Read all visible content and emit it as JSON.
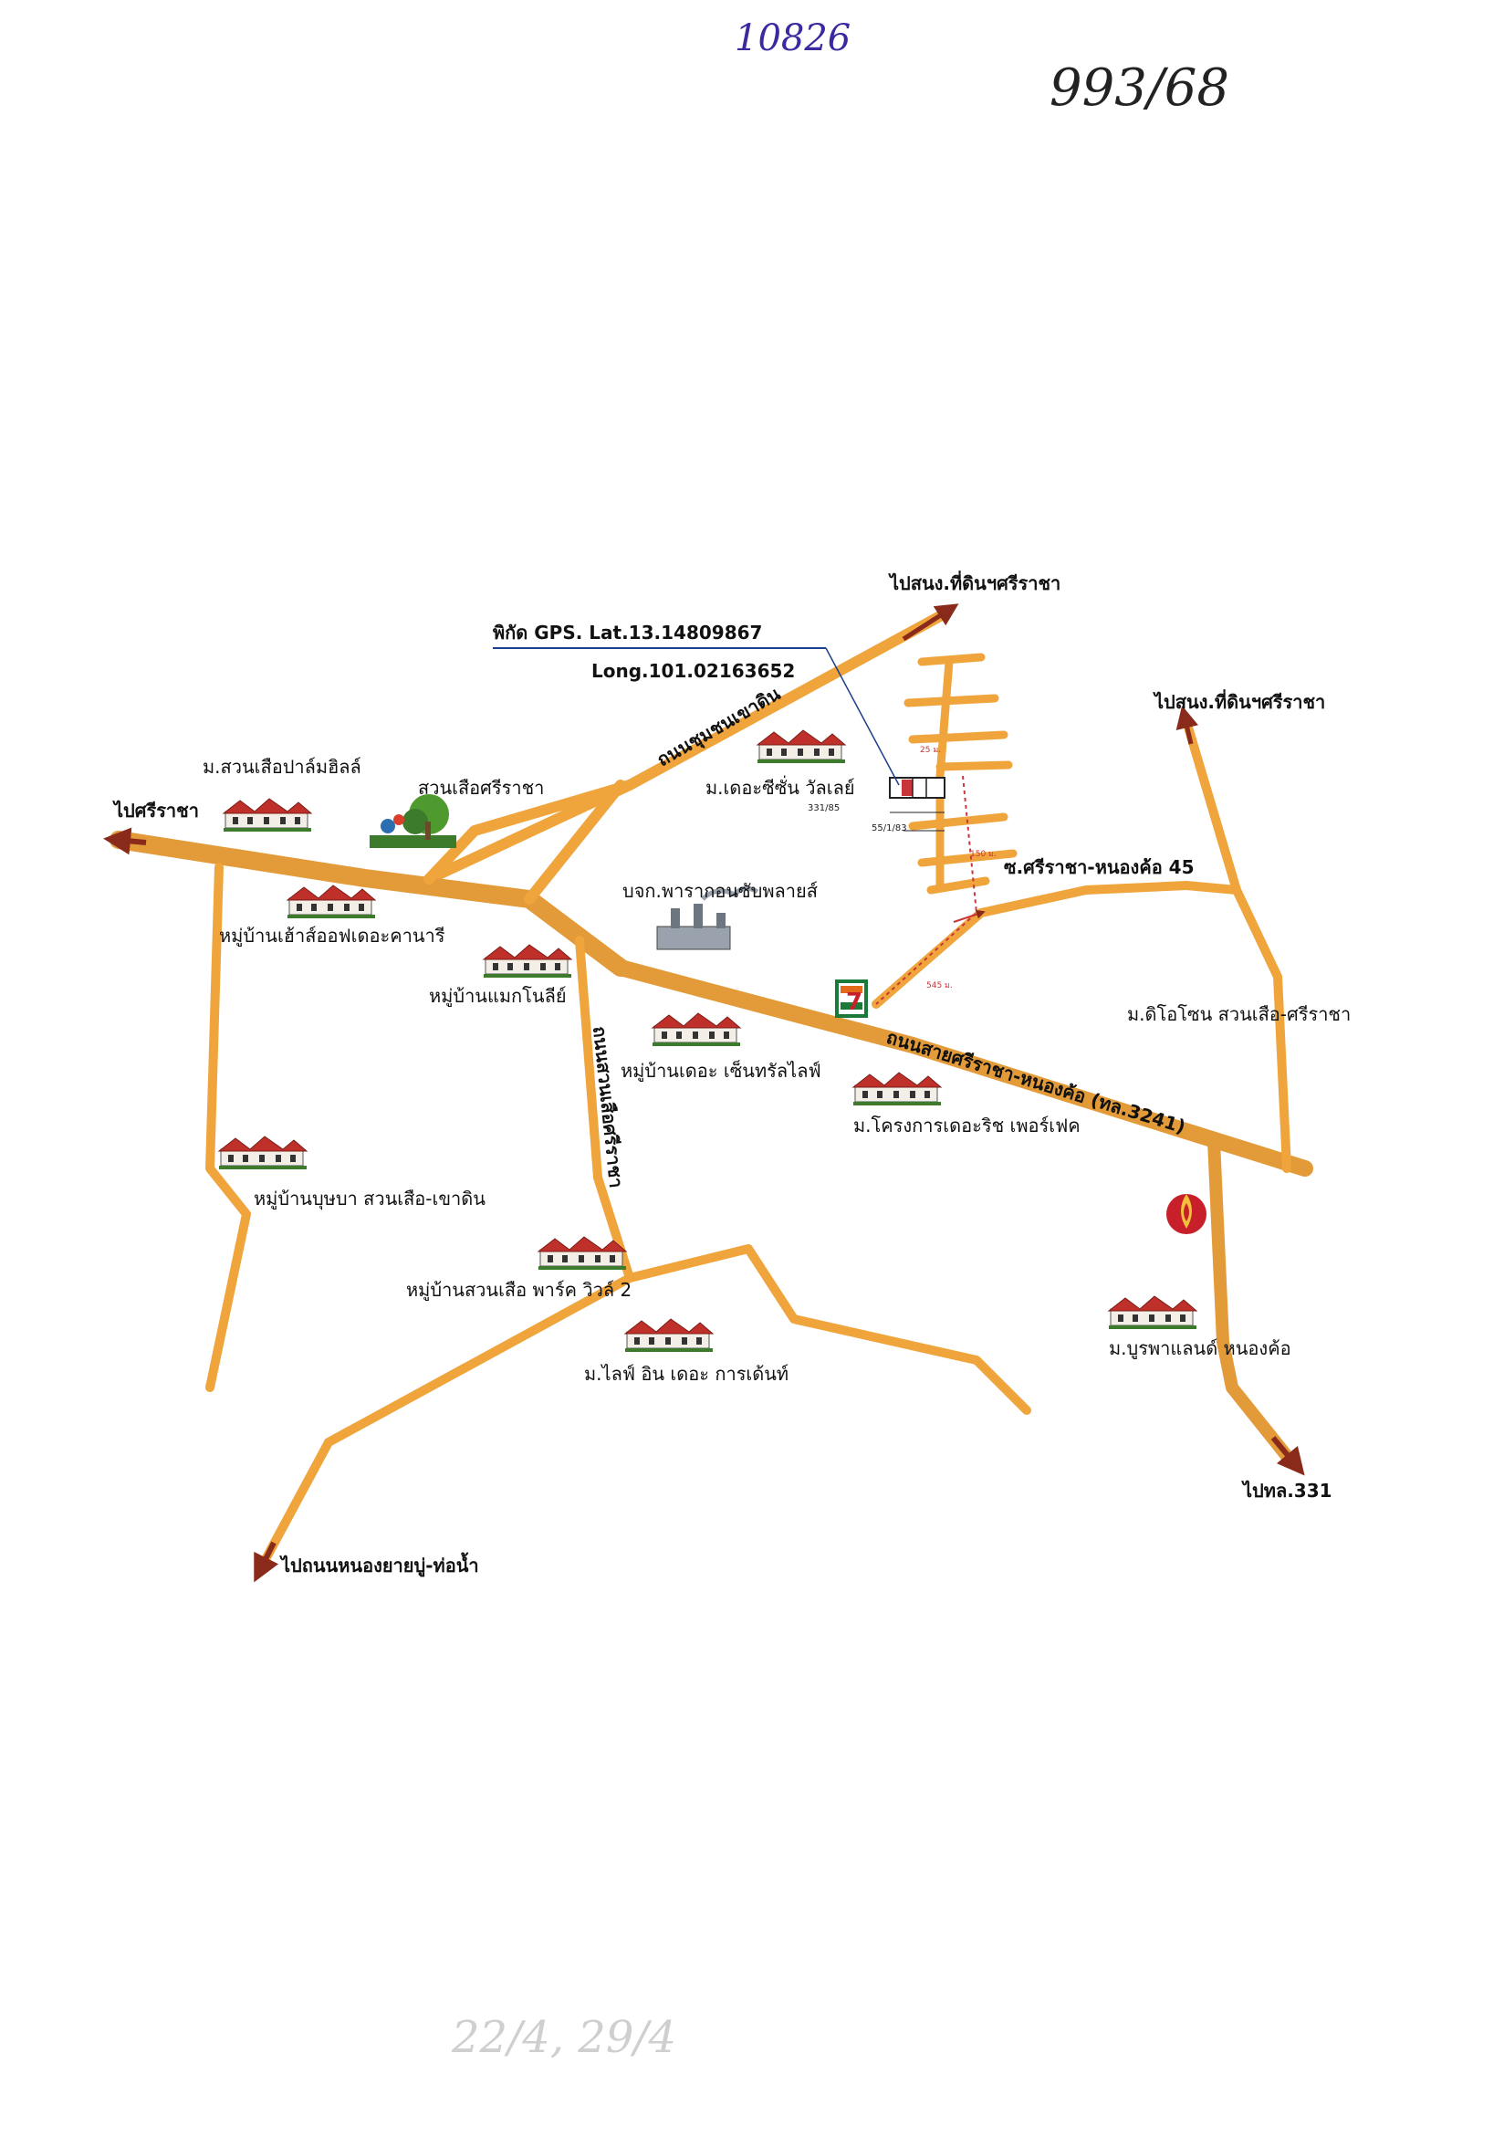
{
  "page": {
    "handwritten_top": "10826",
    "handwritten_number": "993/68",
    "handwritten_bottom": "22/4, 29/4"
  },
  "map": {
    "gps_lat": "พิกัด GPS. Lat.13.14809867",
    "gps_long": "Long.101.02163652",
    "directions": {
      "to_sriracha": "ไปศรีราชา",
      "to_land_office_top": "ไปสนง.ที่ดินฯศรีราชา",
      "to_land_office_right": "ไปสนง.ที่ดินฯศรีราชา",
      "to_331": "ไปทล.331",
      "to_nongyai": "ไปถนนหนองยายบู่-ท่อน้ำ"
    },
    "roads": {
      "chumchon": "ถนนชุมชนเขาดิน",
      "main": "ถนนสายศรีราชา-หนองค้อ (ทล.3241)",
      "soi": "ซ.ศรีราชา-หนองค้อ 45",
      "side": "ถนนสวนเสือศรีราชา"
    },
    "places": {
      "suanseua_palm": "ม.สวนเสือปาล์มฮิลล์",
      "tiger_zoo": "สวนเสือศรีราชา",
      "the_season": "ม.เดอะซีซั่น วัลเลย์",
      "paragon": "บจก.พารากอนซับพลายส์",
      "house_of_kanari": "หมู่บ้านเฮ้าส์ออฟเดอะคานารี",
      "magnolia": "หมู่บ้านแมกโนลีย์",
      "central_life": "หมู่บ้านเดอะ เซ็นทรัลไลฟ์",
      "the_rich": "ม.โครงการเดอะริช เพอร์เฟค",
      "dio_zone": "ม.ดิโอโซน สวนเสือ-ศรีราชา",
      "bussaba": "หมู่บ้านบุษบา สวนเสือ-เขาดิน",
      "park_ville": "หมู่บ้านสวนเสือ พาร์ค วิวล์ 2",
      "life_in_garden": "ม.ไลฟ์ อิน เดอะ การเด้นท์",
      "burapha_land": "ม.บูรพาแลนด์ หนองค้อ"
    },
    "measurements": {
      "plot1": "331/85",
      "plot2": "55/1/83",
      "d1": "25 ม.",
      "d2": "150 ม.",
      "d3": "545 ม."
    },
    "store_logo": "7",
    "colors": {
      "road": "#f0a43c",
      "main_road": "#e39a38",
      "arrow": "#8a2a1a",
      "pen_blue": "#3a2aa0",
      "house_roof": "#c0302a",
      "gps_text": "#1c3f8c"
    }
  }
}
